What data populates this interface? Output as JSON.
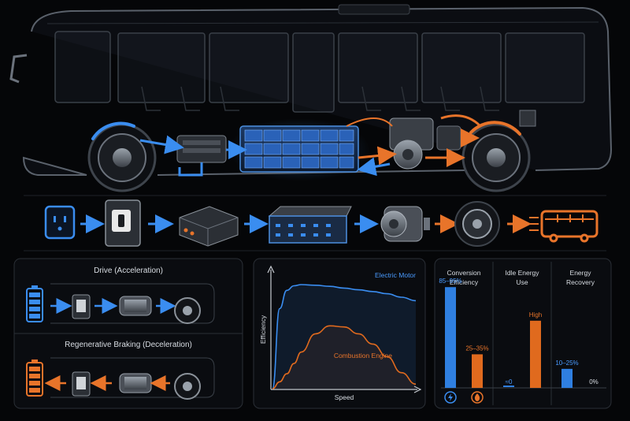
{
  "colors": {
    "electric_blue": "#2f7fe0",
    "combustion_orange": "#e06a1e",
    "panel_border": "#2a2f36",
    "outline": "#5a616b"
  },
  "hero": {
    "subject": "bus-cutaway",
    "flow_icons": [
      "power-outlet-icon",
      "charger-icon",
      "inverter-icon",
      "battery-pack-icon",
      "electric-motor-icon",
      "wheel-icon",
      "bus-icon"
    ]
  },
  "modes_panel": {
    "drive_title": "Drive (Acceleration)",
    "regen_title": "Regenerative Braking (Deceleration)"
  },
  "efficiency_chart": {
    "chart_data": {
      "type": "line",
      "title": "",
      "xlabel": "Speed",
      "ylabel": "Efficiency",
      "grid": false,
      "x": [
        0,
        0.05,
        0.1,
        0.15,
        0.2,
        0.3,
        0.4,
        0.5,
        0.6,
        0.7,
        0.8,
        0.9,
        1.0
      ],
      "series": [
        {
          "name": "Electric Motor",
          "color": "#3a8df0",
          "values": [
            0.0,
            0.7,
            0.86,
            0.9,
            0.91,
            0.905,
            0.895,
            0.88,
            0.865,
            0.85,
            0.83,
            0.8,
            0.77
          ]
        },
        {
          "name": "Combustion Engine",
          "color": "#e06a1e",
          "values": [
            0.0,
            0.06,
            0.13,
            0.22,
            0.32,
            0.48,
            0.55,
            0.54,
            0.48,
            0.39,
            0.28,
            0.14,
            0.04
          ]
        }
      ],
      "ylim": [
        0,
        1
      ],
      "xlim": [
        0,
        1
      ]
    }
  },
  "comparison": {
    "chart_data": {
      "type": "bar",
      "categories": [
        "Conversion Efficiency",
        "Idle Energy Use",
        "Energy Recovery"
      ],
      "series": [
        {
          "color": "#2f7fe0",
          "labels": [
            "85–95%",
            "≈0",
            "10–25%"
          ],
          "values": [
            90,
            0,
            17
          ]
        },
        {
          "color": "#e06a1e",
          "labels": [
            "25–35%",
            "High",
            "0%"
          ],
          "values": [
            30,
            60,
            0
          ]
        }
      ],
      "ylim": [
        0,
        100
      ]
    },
    "headers": [
      "Conversion\nEfficiency",
      "Idle Energy\nUse",
      "Energy\nRecovery"
    ],
    "legend_icons": [
      "lightning-icon",
      "flame-icon"
    ]
  }
}
